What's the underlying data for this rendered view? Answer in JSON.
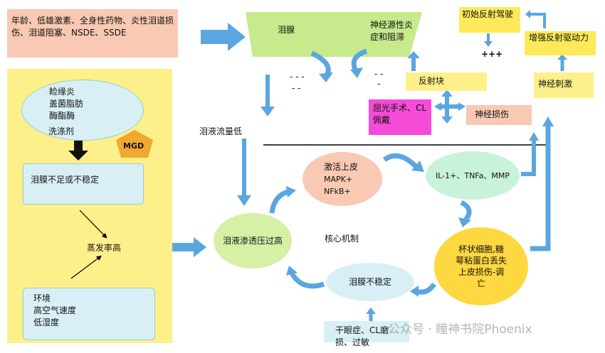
{
  "risk_factors": "年龄、低雄激素、全身性药物、炎性泪道损伤、泪道阻塞、NSDE、SSDE",
  "lacrimal_gland": "泪腺",
  "neurogenic_inflammation": "神经源性炎症和阻滞",
  "initiate_reflex": "初始反射驾驶",
  "enhance_reflex": "增强反射驱动力",
  "plus_marks": "+++",
  "minus_marks_left": "- - -",
  "minus_marks_left2": "- -",
  "minus_marks_right": "- -",
  "minus_marks_right2": "-",
  "reflex_block": "反射块",
  "nerve_stimulation": "神经刺激",
  "surgery": "屈光手术、CL佩戴",
  "nerve_damage": "神经损伤",
  "tear_flow_low": "泪液流量低",
  "meibomian_items": [
    "睑缘炎",
    "盖菌脂肪",
    "酶酯酶"
  ],
  "detergent": "洗涤剂",
  "mgd": "MGD",
  "film_insufficient": "泪膜不足或不稳定",
  "evaporation": "蒸发率高",
  "environment_items": [
    "环境",
    "高空气速度",
    "低湿度"
  ],
  "activate_epithelium": "激活上皮",
  "mapk": "MAPK+",
  "nfkb": "NFkB+",
  "cytokines": "IL-1+、TNFa、MMP",
  "hyperosmolarity": "泪液渗透压过高",
  "core_mechanism": "核心机制",
  "goblet_cells": "杯状细胞,糖萼粘蛋白丢失上皮损伤-调亡",
  "film_unstable": "泪膜不稳定",
  "dry_eye_causes": "干眼症、CL磨损、过敏",
  "watermark": "公众号 · 瞳神书院Phoenix"
}
